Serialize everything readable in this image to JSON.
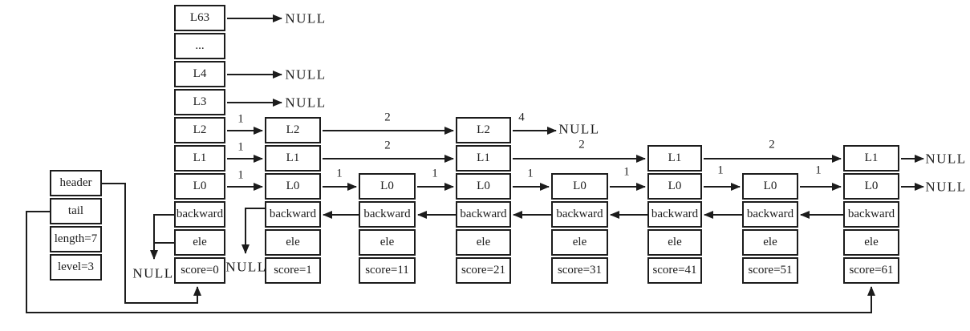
{
  "colors": {
    "line": "#1c1c1c",
    "background": "#ffffff",
    "text": "#1c1c1c"
  },
  "skiplist": {
    "info_box": {
      "cells": [
        "header",
        "tail",
        "length=7",
        "level=3"
      ]
    },
    "header_tower": {
      "cells": [
        "L63",
        "...",
        "L4",
        "L3",
        "L2",
        "L1",
        "L0",
        "backward",
        "ele",
        "score=0"
      ]
    },
    "nodes": [
      {
        "cells": [
          "L2",
          "L1",
          "L0",
          "backward",
          "ele",
          "score=1"
        ]
      },
      {
        "cells": [
          "L0",
          "backward",
          "ele",
          "score=11"
        ]
      },
      {
        "cells": [
          "L2",
          "L1",
          "L0",
          "backward",
          "ele",
          "score=21"
        ]
      },
      {
        "cells": [
          "L0",
          "backward",
          "ele",
          "score=31"
        ]
      },
      {
        "cells": [
          "L1",
          "L0",
          "backward",
          "ele",
          "score=41"
        ]
      },
      {
        "cells": [
          "L0",
          "backward",
          "ele",
          "score=51"
        ]
      },
      {
        "cells": [
          "L1",
          "L0",
          "backward",
          "ele",
          "score=61"
        ]
      }
    ],
    "spans": {
      "L2": [
        "1",
        "2",
        "4"
      ],
      "L1": [
        "1",
        "2",
        "2",
        "2"
      ],
      "L0": [
        "1",
        "1",
        "1",
        "1",
        "1",
        "1",
        "1"
      ]
    },
    "null_text": "NULL"
  }
}
